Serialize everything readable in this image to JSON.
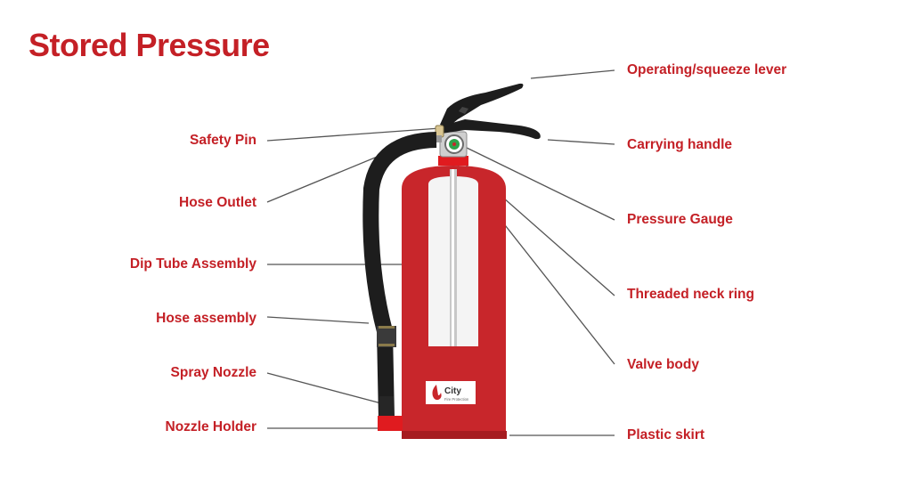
{
  "title": "Stored Pressure",
  "colors": {
    "accent": "#c42026",
    "cylinder": "#c8262b",
    "hose": "#1d1d1d",
    "leader": "#555555"
  },
  "labels": {
    "left": {
      "safety_pin": "Safety Pin",
      "hose_outlet": "Hose Outlet",
      "dip_tube_assembly": "Dip Tube Assembly",
      "hose_assembly": "Hose assembly",
      "spray_nozzle": "Spray Nozzle",
      "nozzle_holder": "Nozzle Holder"
    },
    "right": {
      "operating_lever": "Operating/squeeze lever",
      "carrying_handle": "Carrying handle",
      "pressure_gauge": "Pressure Gauge",
      "threaded_neck_ring": "Threaded neck ring",
      "valve_body": "Valve body",
      "plastic_skirt": "Plastic skirt"
    }
  },
  "logo": {
    "name": "City",
    "tagline": "Fire Protection"
  }
}
